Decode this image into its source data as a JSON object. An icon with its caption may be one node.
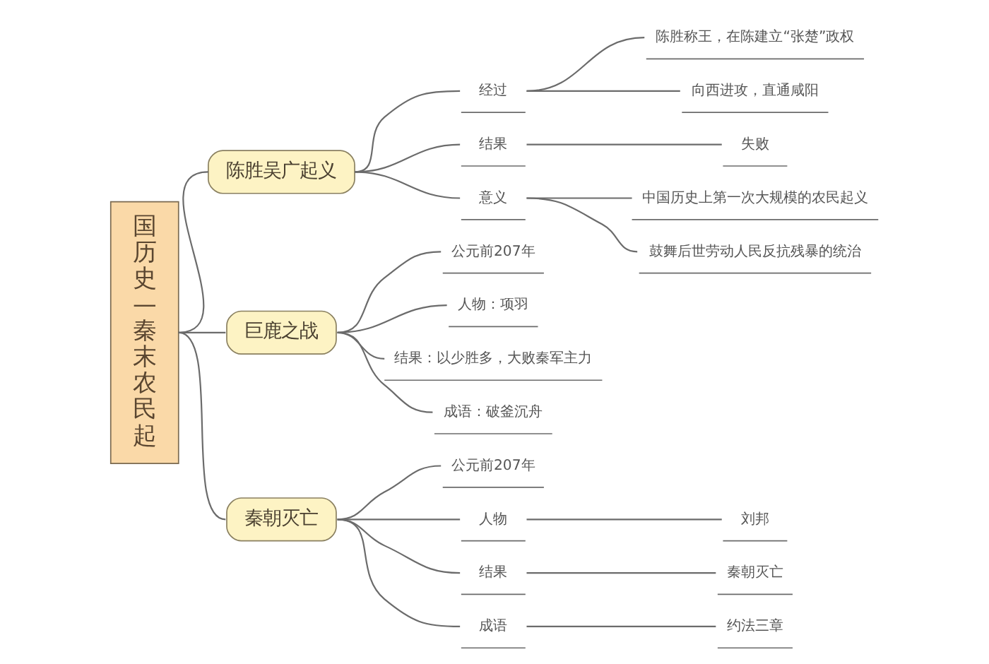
{
  "diagram": {
    "nodes": [
      {
        "text": [
          "国历史—秦末农民起"
        ]
      },
      {
        "text": [
          "陈胜吴广起义"
        ]
      },
      {
        "text": [
          "经过"
        ]
      },
      {
        "text": [
          "陈胜称王，在陈建立“张楚”政权"
        ]
      },
      {
        "text": [
          "向西进攻，直通咸阳"
        ]
      },
      {
        "text": [
          "结果"
        ]
      },
      {
        "text": [
          "失败"
        ]
      },
      {
        "text": [
          "意义"
        ]
      },
      {
        "text": [
          "中国历史上第一次大规模的农民起义"
        ]
      },
      {
        "text": [
          "鼓舞后世劳动人民反抗残暴的统治"
        ]
      },
      {
        "text": [
          "巨鹿之战"
        ]
      },
      {
        "text": [
          "公元前207年"
        ]
      },
      {
        "text": [
          "人物：项羽"
        ]
      },
      {
        "text": [
          "结果：以少胜多，大败秦军主力"
        ]
      },
      {
        "text": [
          "成语：破釜沉舟"
        ]
      },
      {
        "text": [
          "秦朝灭亡"
        ]
      },
      {
        "text": [
          "公元前207年"
        ]
      },
      {
        "text": [
          "人物"
        ]
      },
      {
        "text": [
          "刘邦"
        ]
      },
      {
        "text": [
          "结果"
        ]
      },
      {
        "text": [
          "秦朝灭亡"
        ]
      },
      {
        "text": [
          "成语"
        ]
      },
      {
        "text": [
          "约法三章"
        ]
      }
    ],
    "edges": [
      {
        "from": 0,
        "to": 1,
        "arrow": "none"
      },
      {
        "from": 0,
        "to": 10,
        "arrow": "none"
      },
      {
        "from": 0,
        "to": 15,
        "arrow": "none"
      },
      {
        "from": 1,
        "to": 2,
        "arrow": "none"
      },
      {
        "from": 2,
        "to": 3,
        "arrow": "none"
      },
      {
        "from": 2,
        "to": 4,
        "arrow": "none"
      },
      {
        "from": 1,
        "to": 5,
        "arrow": "none"
      },
      {
        "from": 5,
        "to": 6,
        "arrow": "none"
      },
      {
        "from": 1,
        "to": 7,
        "arrow": "none"
      },
      {
        "from": 7,
        "to": 8,
        "arrow": "none"
      },
      {
        "from": 7,
        "to": 9,
        "arrow": "none"
      },
      {
        "from": 10,
        "to": 11,
        "arrow": "none"
      },
      {
        "from": 10,
        "to": 12,
        "arrow": "none"
      },
      {
        "from": 10,
        "to": 13,
        "arrow": "none"
      },
      {
        "from": 10,
        "to": 14,
        "arrow": "none"
      },
      {
        "from": 15,
        "to": 16,
        "arrow": "none"
      },
      {
        "from": 15,
        "to": 17,
        "arrow": "none"
      },
      {
        "from": 17,
        "to": 18,
        "arrow": "none"
      },
      {
        "from": 15,
        "to": 19,
        "arrow": "none"
      },
      {
        "from": 19,
        "to": 20,
        "arrow": "none"
      },
      {
        "from": 15,
        "to": 21,
        "arrow": "none"
      },
      {
        "from": 21,
        "to": 22,
        "arrow": "none"
      }
    ]
  }
}
